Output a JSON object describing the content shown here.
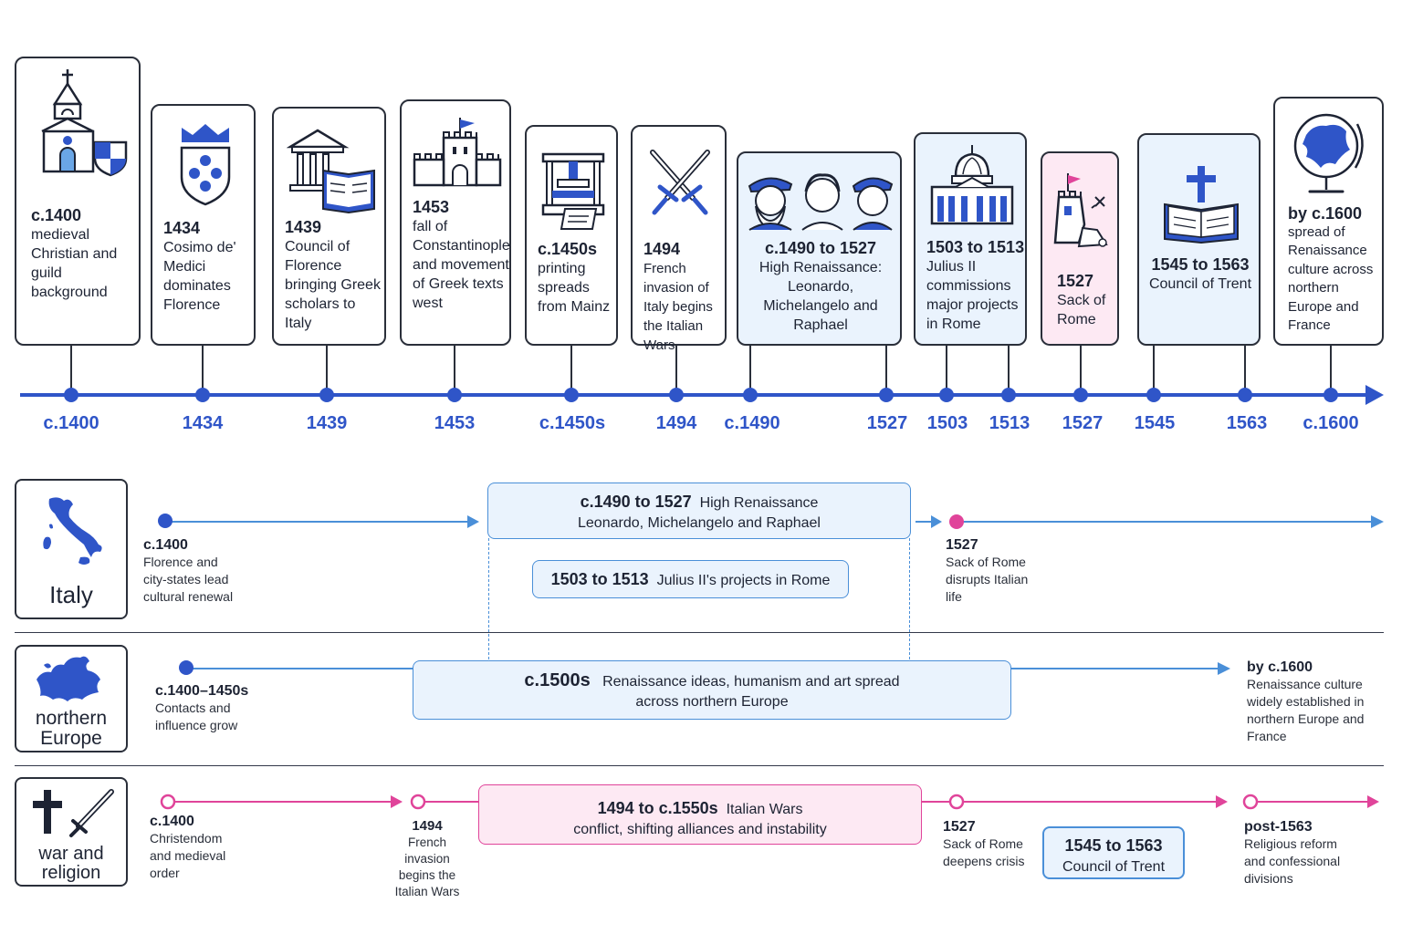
{
  "events": [
    {
      "date": "c.1400",
      "text": "medieval Christian and guild background"
    },
    {
      "date": "1434",
      "text": "Cosimo de' Medici dominates Florence"
    },
    {
      "date": "1439",
      "text": "Council of Florence bringing Greek scholars to Italy"
    },
    {
      "date": "1453",
      "text": "fall of Constantinople and movement of Greek texts west"
    },
    {
      "date": "c.1450s",
      "text": "printing spreads from Mainz"
    },
    {
      "date": "1494",
      "text": "French invasion of Italy begins the Italian Wars"
    },
    {
      "date": "c.1490 to 1527",
      "text": "High Renaissance: Leonardo, Michelangelo and Raphael"
    },
    {
      "date": "1503 to 1513",
      "text": "Julius II commissions major projects in Rome"
    },
    {
      "date": "1527",
      "text": "Sack of Rome"
    },
    {
      "date": "1545 to 1563",
      "text": "Council of Trent"
    },
    {
      "date": "by c.1600",
      "text": "spread of Renaissance culture across northern Europe and France"
    }
  ],
  "axis_labels": [
    "c.1400",
    "1434",
    "1439",
    "1453",
    "c.1450s",
    "1494",
    "c.1490",
    "1527",
    "1503",
    "1513",
    "1527",
    "1545",
    "1563",
    "c.1600"
  ],
  "lanes": {
    "italy": {
      "label": "Italy",
      "start_date": "c.1400",
      "start_text": "Florence and city-states lead cultural renewal",
      "band1_date": "c.1490 to 1527",
      "band1_title": "High Renaissance",
      "band1_text": "Leonardo, Michelangelo and Raphael",
      "band2_date": "1503 to 1513",
      "band2_text": "Julius II's projects in Rome",
      "end_date": "1527",
      "end_text": "Sack of Rome disrupts Italian life"
    },
    "north": {
      "label_line1": "northern",
      "label_line2": "Europe",
      "start_date": "c.1400–1450s",
      "start_text": "Contacts and influence grow",
      "band_date": "c.1500s",
      "band_text1": "Renaissance ideas, humanism and art spread",
      "band_text2": "across northern Europe",
      "end_date": "by c.1600",
      "end_text": "Renaissance culture widely established in northern Europe and France"
    },
    "war": {
      "label_line1": "war and",
      "label_line2": "religion",
      "start_date": "c.1400",
      "start_text": "Christendom and medieval order",
      "e1_date": "1494",
      "e1_text": "French invasion begins the Italian Wars",
      "band_date": "1494 to c.1550s",
      "band_title": "Italian Wars",
      "band_text": "conflict, shifting alliances and instability",
      "e2_date": "1527",
      "e2_text": "Sack of Rome deepens crisis",
      "trent_date": "1545 to 1563",
      "trent_text": "Council of Trent",
      "end_date": "post-1563",
      "end_text": "Religious reform and confessional divisions"
    }
  },
  "colors": {
    "accent": "#2f55c8",
    "light_blue": "#eaf3fd",
    "pink": "#e0449a",
    "light_pink": "#fde9f3"
  }
}
